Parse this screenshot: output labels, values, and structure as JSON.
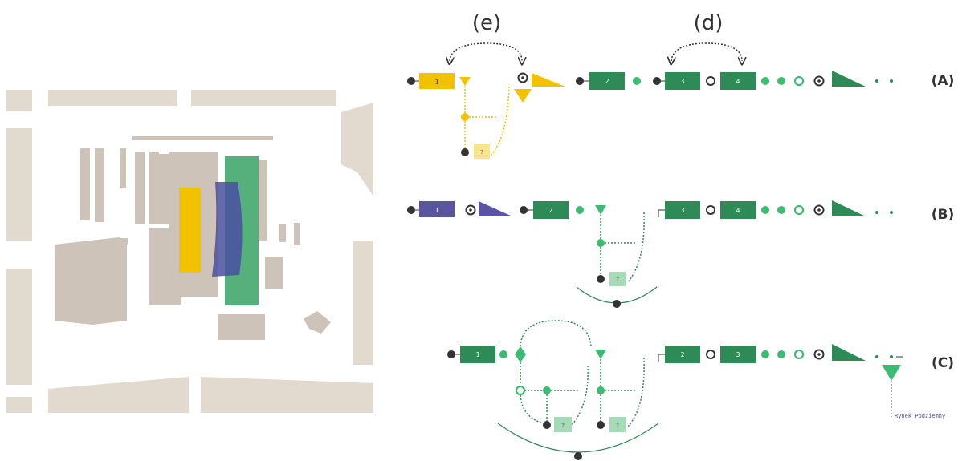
{
  "diagram": {
    "annotations": {
      "e": "(e)",
      "d": "(d)"
    },
    "rows": [
      {
        "id": "A",
        "label": "(A)",
        "box_numbers": [
          "1",
          "2",
          "3",
          "4"
        ],
        "hint": "?"
      },
      {
        "id": "B",
        "label": "(B)",
        "box_numbers": [
          "1",
          "2",
          "3",
          "4"
        ],
        "hint": "?"
      },
      {
        "id": "C",
        "label": "(C)",
        "box_numbers": [
          "1",
          "2",
          "3"
        ],
        "hints": [
          "?",
          "?"
        ]
      }
    ],
    "callout_text": "Rynek Podziemny",
    "colors": {
      "green": "#2e8b57",
      "green_light": "#a6dbb8",
      "green_dot": "#3dbb72",
      "yellow": "#f2c200",
      "yellow_light": "#f8e58c",
      "purple": "#5a55a0",
      "dark": "#333333"
    }
  },
  "map": {
    "colors": {
      "building": "#d6ccc2",
      "yellow_zone": "#f2c200",
      "purple_zone": "#4a4fa0",
      "green_zone": "#55b07c"
    }
  }
}
